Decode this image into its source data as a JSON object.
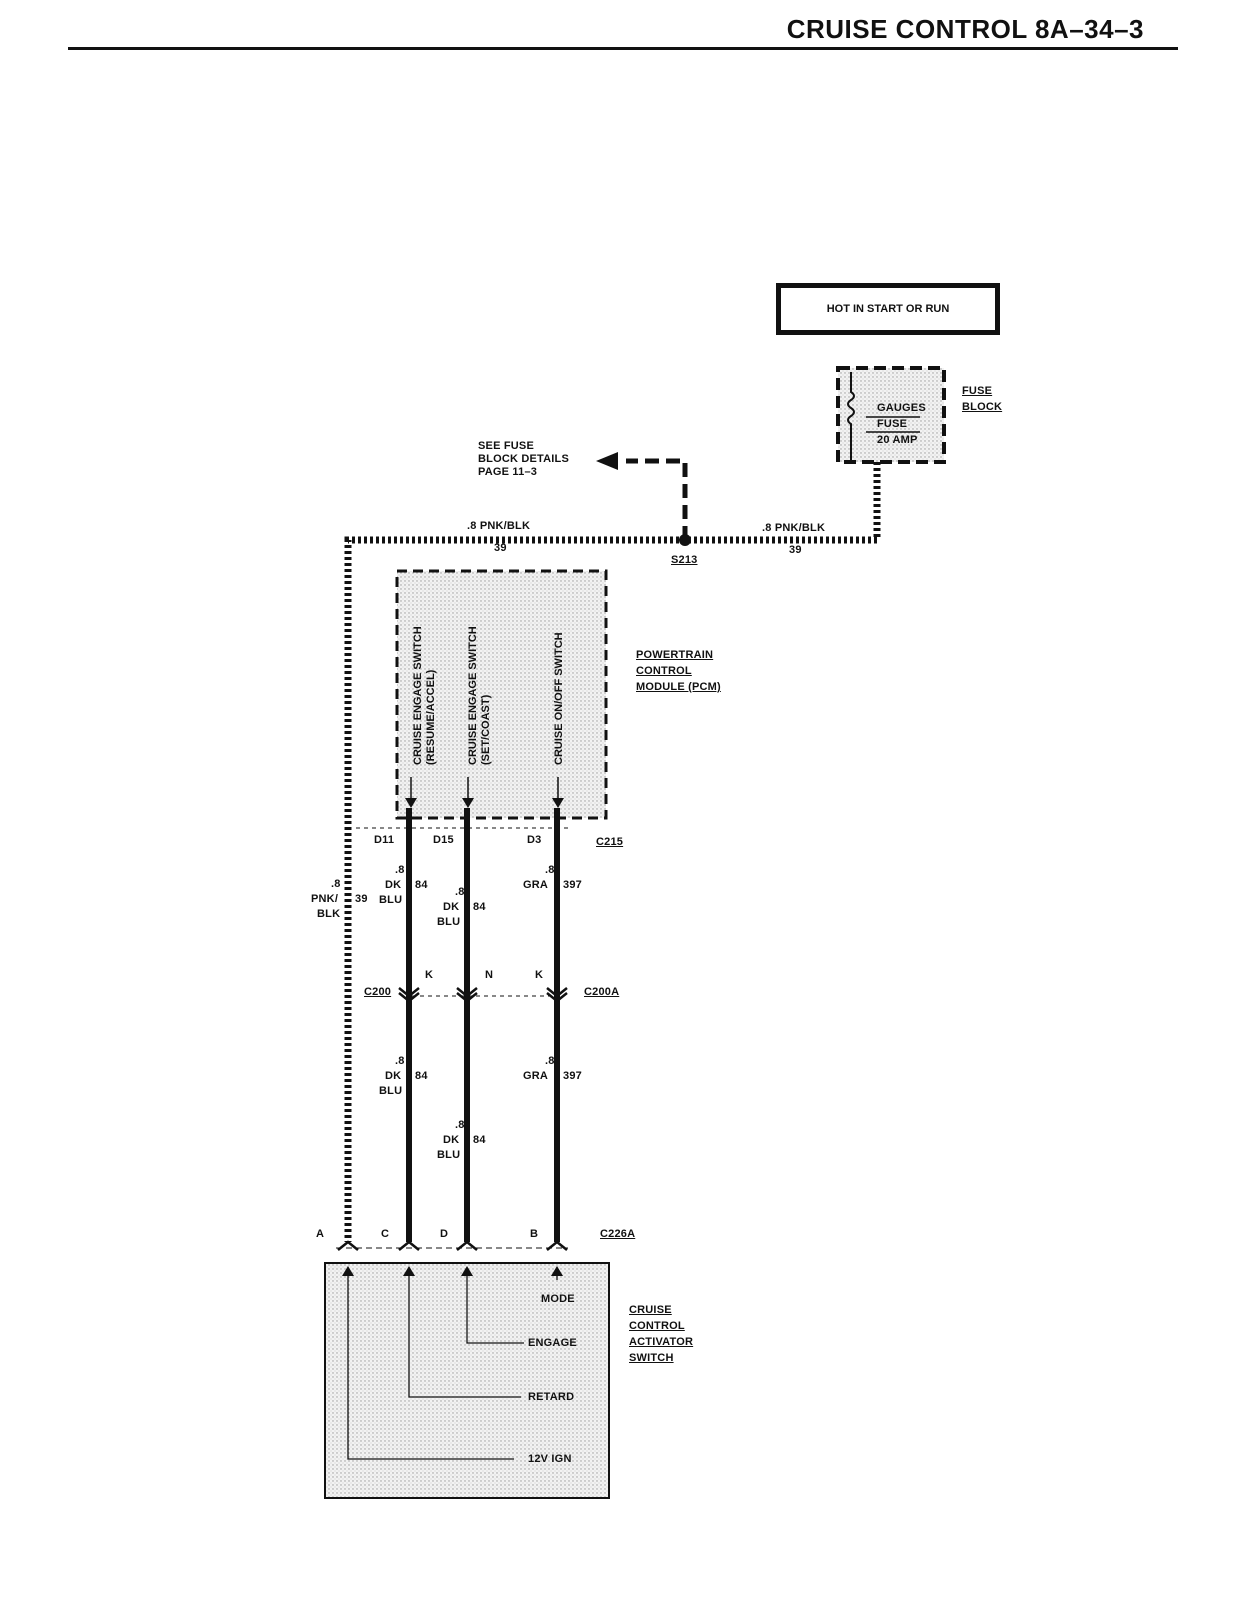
{
  "header": {
    "title": "CRUISE CONTROL 8A–34–3"
  },
  "power": {
    "hot_label": "HOT IN START OR RUN"
  },
  "fuse_block": {
    "label_lines": [
      "FUSE",
      "BLOCK"
    ],
    "fuse_lines": [
      "GAUGES",
      "FUSE",
      "20 AMP"
    ]
  },
  "see_fuse": {
    "lines": [
      "SEE FUSE",
      "BLOCK DETAILS",
      "PAGE 11–3"
    ]
  },
  "splice": {
    "name": "S213"
  },
  "wires_top": {
    "left": {
      "gauge_color": ".8 PNK/BLK",
      "circuit": "39"
    },
    "right": {
      "gauge_color": ".8 PNK/BLK",
      "circuit": "39"
    }
  },
  "pcm": {
    "label_lines": [
      "POWERTRAIN",
      "CONTROL",
      "MODULE (PCM)"
    ],
    "switches": [
      {
        "line1": "CRUISE ENGAGE SWITCH",
        "line2": "(RESUME/ACCEL)"
      },
      {
        "line1": "CRUISE ENGAGE SWITCH",
        "line2": "(SET/COAST)"
      },
      {
        "line1": "CRUISE ON/OFF SWITCH",
        "line2": ""
      }
    ],
    "pins": [
      "D11",
      "D15",
      "D3"
    ],
    "connector": "C215"
  },
  "left_wire": {
    "gauge": ".8",
    "color1": "PNK/",
    "color2": "BLK",
    "circuit": "39"
  },
  "mid_wires_upper": [
    {
      "gauge": ".8",
      "color1": "DK",
      "color2": "BLU",
      "circuit": "84"
    },
    {
      "gauge": ".8",
      "color1": "DK",
      "color2": "BLU",
      "circuit": "84"
    },
    {
      "gauge": ".8",
      "color1": "GRA",
      "color2": "",
      "circuit": "397"
    }
  ],
  "connector_c200": {
    "left": "C200",
    "right": "C200A",
    "pins": [
      "K",
      "N",
      "K"
    ]
  },
  "mid_wires_lower": [
    {
      "gauge": ".8",
      "color1": "DK",
      "color2": "BLU",
      "circuit": "84"
    },
    {
      "gauge": ".8",
      "color1": "DK",
      "color2": "BLU",
      "circuit": "84"
    },
    {
      "gauge": ".8",
      "color1": "GRA",
      "color2": "",
      "circuit": "397"
    }
  ],
  "connector_c226": {
    "name": "C226A",
    "pins": [
      "A",
      "C",
      "D",
      "B"
    ]
  },
  "activator": {
    "label_lines": [
      "CRUISE",
      "CONTROL",
      "ACTIVATOR",
      "SWITCH"
    ],
    "outputs": [
      "MODE",
      "ENGAGE",
      "RETARD",
      "12V IGN"
    ]
  }
}
